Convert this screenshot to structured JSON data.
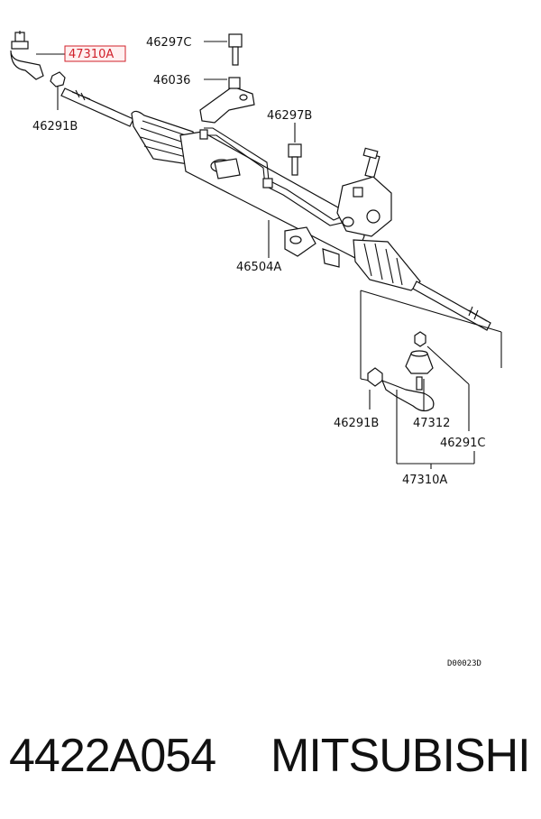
{
  "callouts": {
    "c47310A_top": "47310A",
    "c46297C": "46297C",
    "c46036": "46036",
    "c46291B_top": "46291B",
    "c46297B": "46297B",
    "c46504A": "46504A",
    "c46291B_bottom": "46291B",
    "c47312": "47312",
    "c46291C": "46291C",
    "c47310A_bottom": "47310A"
  },
  "diagram_code": "D00023D",
  "footer": {
    "part_number": "4422A054",
    "manufacturer": "MITSUBISHI"
  },
  "colors": {
    "highlight": "#d0202a",
    "ink": "#111111"
  }
}
